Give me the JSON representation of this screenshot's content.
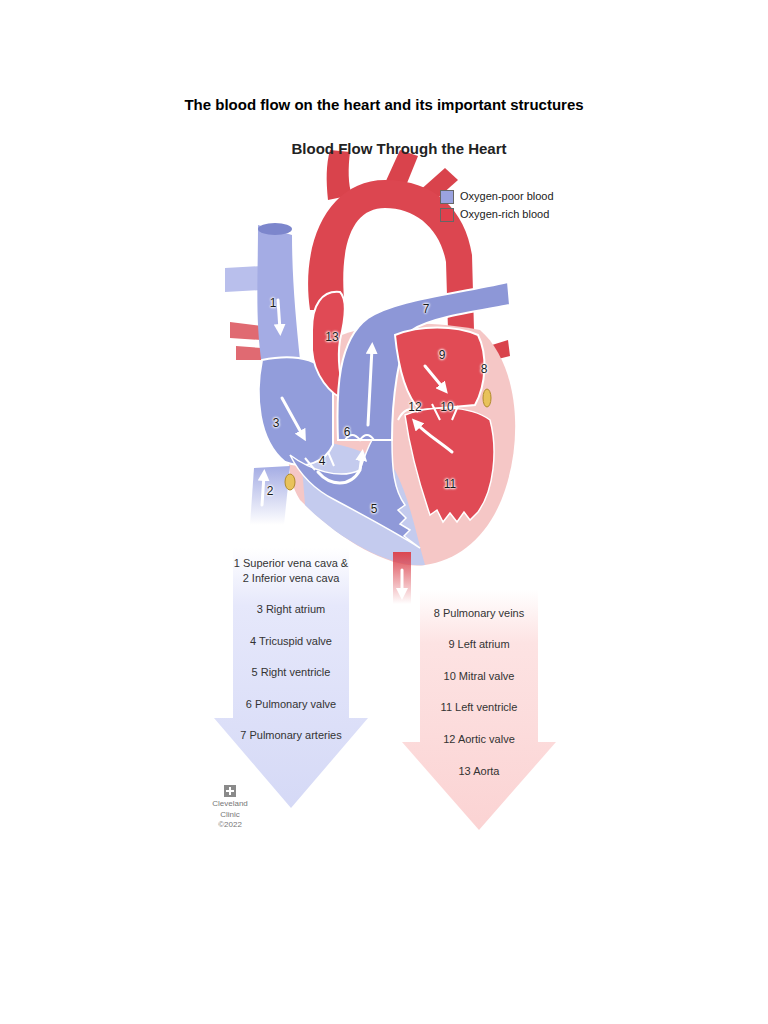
{
  "diagram": {
    "title": "The blood flow on the heart and its important structures",
    "nodes": [
      {
        "text": [
          "1 Superior vena cava & 2 Inferior vena cava",
          "3 Right atrium",
          "4 Tricuspid valve",
          "5 Right ventricle",
          "6 Pulmonary valve",
          "7 Pulmonary arteries"
        ]
      },
      {
        "text": [
          "8 Pulmonary veins",
          "9 Left atrium",
          "10 Mitral valve",
          "11 Left ventricle",
          "12 Aortic valve",
          "13 Aorta"
        ]
      }
    ],
    "labels": [
      "Blood Flow Through the Heart",
      "1",
      "2",
      "3",
      "4",
      "5",
      "6",
      "7",
      "8",
      "9",
      "10",
      "11",
      "12",
      "13",
      "Cleveland Clinic ©2022"
    ],
    "legend": [
      {
        "text": "Oxygen-poor blood",
        "color": "#9aa3e0"
      },
      {
        "text": "Oxygen-rich blood",
        "color": "#e0404c"
      }
    ]
  }
}
